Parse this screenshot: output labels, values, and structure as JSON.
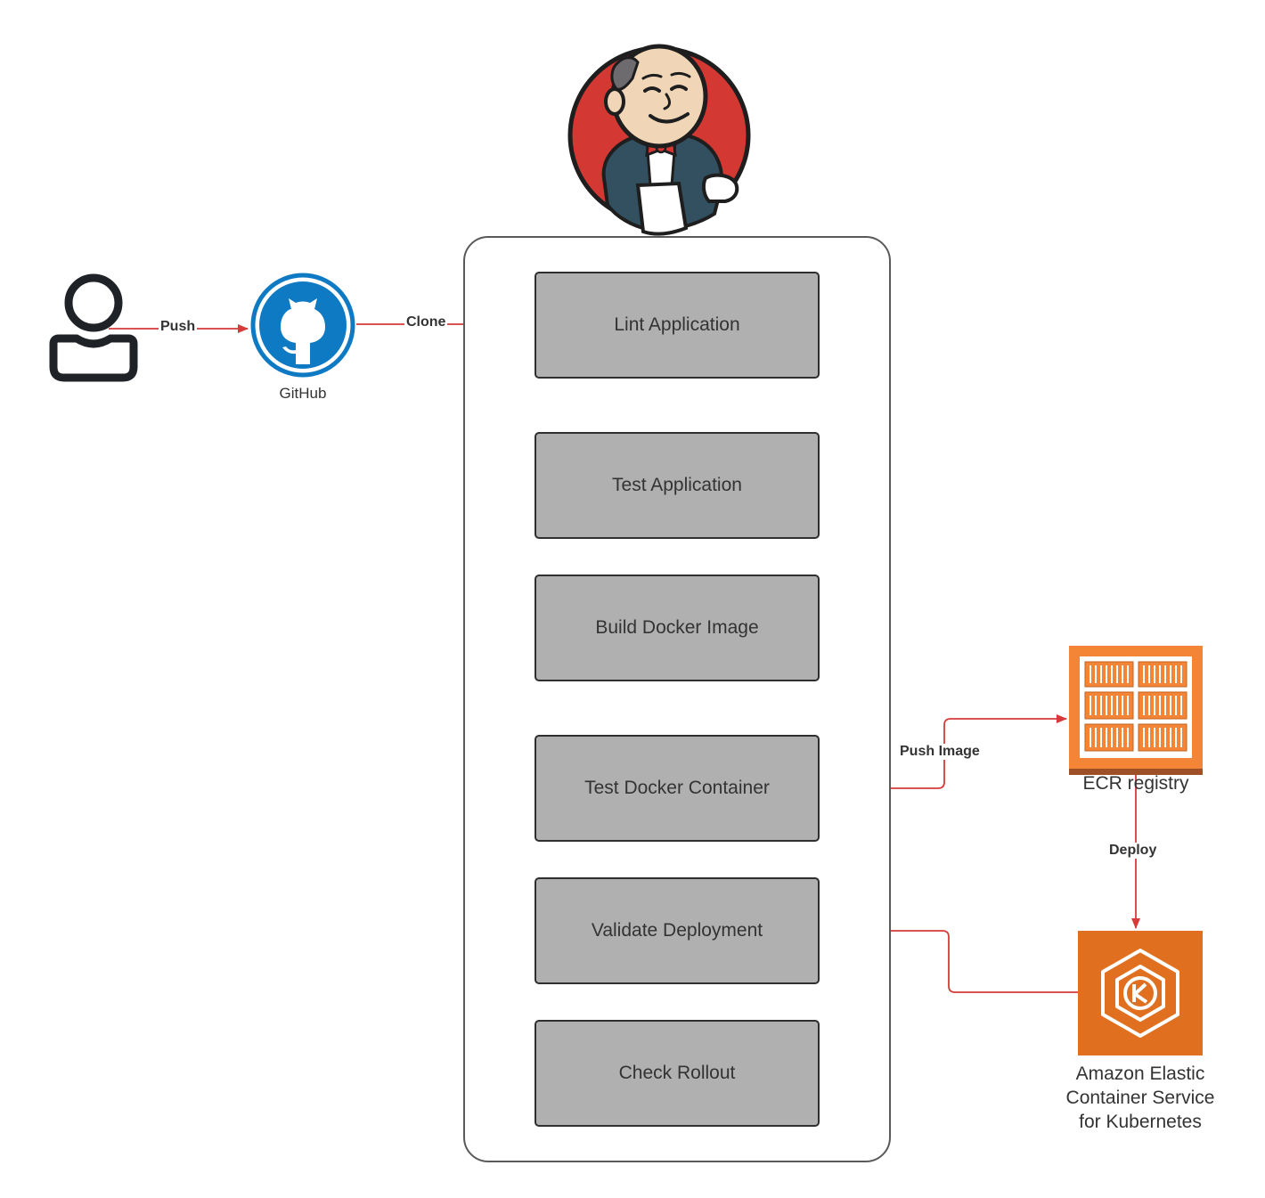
{
  "colors": {
    "edge": "#d63a3a",
    "stage_fill": "#b0b0b0",
    "stage_border": "#2f2f2f",
    "container_border": "#5a5a5a",
    "github_blue": "#0e7ac4",
    "aws_orange": "#e07020",
    "ecr_orange": "#f58536",
    "jenkins_red": "#d33833",
    "text": "#333333"
  },
  "nodes": {
    "user": {
      "icon": "user-icon"
    },
    "github": {
      "icon": "github-icon",
      "label": "GitHub"
    },
    "jenkins": {
      "icon": "jenkins-logo-icon"
    },
    "ecr": {
      "icon": "ecr-registry-icon",
      "label": "ECR registry"
    },
    "eks": {
      "icon": "eks-kubernetes-icon",
      "label_lines": [
        "Amazon Elastic",
        "Container Service",
        "for Kubernetes"
      ]
    }
  },
  "pipeline": {
    "stages": [
      {
        "label": "Lint Application"
      },
      {
        "label": "Test Application"
      },
      {
        "label": "Build Docker Image"
      },
      {
        "label": "Test Docker Container"
      },
      {
        "label": "Validate Deployment"
      },
      {
        "label": "Check Rollout"
      }
    ]
  },
  "edges": {
    "push": "Push",
    "clone": "Clone",
    "push_image": "Push Image",
    "deploy": "Deploy"
  }
}
